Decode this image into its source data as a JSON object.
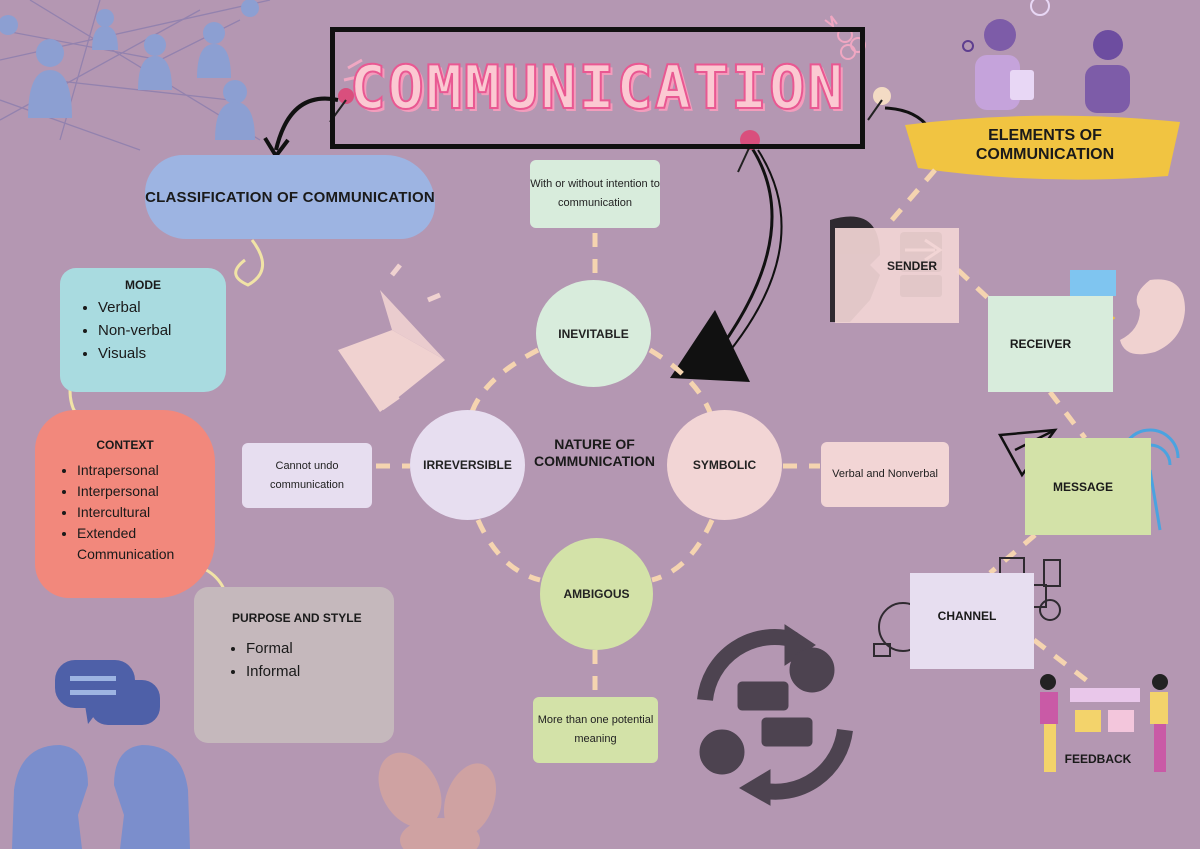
{
  "title": "COMMUNICATION",
  "classification": {
    "title": "CLASSIFICATION OF COMMUNICATION",
    "mode": {
      "heading": "MODE",
      "items": [
        "Verbal",
        "Non-verbal",
        "Visuals"
      ]
    },
    "context": {
      "heading": "CONTEXT",
      "items": [
        "Intrapersonal",
        "Interpersonal",
        "Intercultural",
        "Extended Communication"
      ]
    },
    "purpose": {
      "heading": "PURPOSE AND STYLE",
      "items": [
        "Formal",
        "Informal"
      ]
    }
  },
  "nature": {
    "title": "NATURE OF COMMUNICATION",
    "inevitable": {
      "label": "INEVITABLE",
      "note": "With or without intention to communication"
    },
    "irreversible": {
      "label": "IRREVERSIBLE",
      "note": "Cannot undo communication"
    },
    "symbolic": {
      "label": "SYMBOLIC",
      "note": "Verbal and Nonverbal"
    },
    "ambigous": {
      "label": "AMBIGOUS",
      "note": "More than one potential meaning"
    }
  },
  "elements": {
    "title": "ELEMENTS OF COMMUNICATION",
    "sender": "SENDER",
    "receiver": "RECEIVER",
    "message": "MESSAGE",
    "channel": "CHANNEL",
    "feedback": "FEEDBACK"
  },
  "colors": {
    "background": "#b497b2",
    "title_fill": "#fbc9d2",
    "title_outline": "#e95892",
    "classification_blob": "#9db4e2",
    "mode_card": "#a9dbe0",
    "context_card": "#f2887c",
    "purpose_card": "#c5b8bc",
    "elements_highlight": "#f1c441",
    "dashed_connector": "#f5d4b0"
  },
  "icons": [
    "network-people-icon",
    "pushpin-icon",
    "megaphone-icon",
    "chat-bubbles-icon",
    "two-heads-icon",
    "flower-icon",
    "exchange-cycle-icon",
    "people-discussing-icon",
    "speaking-head-icon",
    "ear-icon",
    "paper-plane-icon",
    "wifi-mail-icon",
    "devices-icon",
    "people-rating-icon"
  ]
}
